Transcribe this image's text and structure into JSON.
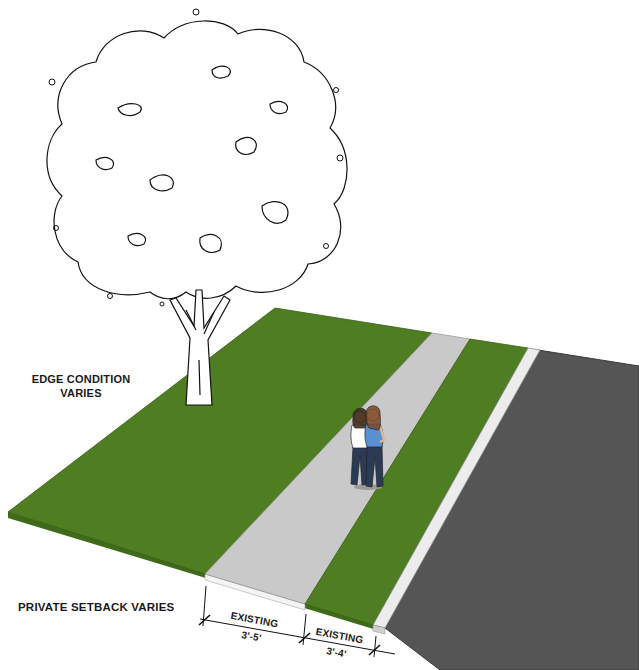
{
  "diagram": {
    "labels": [
      "EDGE CONDITION VARIES",
      "PRIVATE SETBACK VARIES",
      "EXISTING 3'-5'",
      "EXISTING 3'-4'"
    ]
  }
}
